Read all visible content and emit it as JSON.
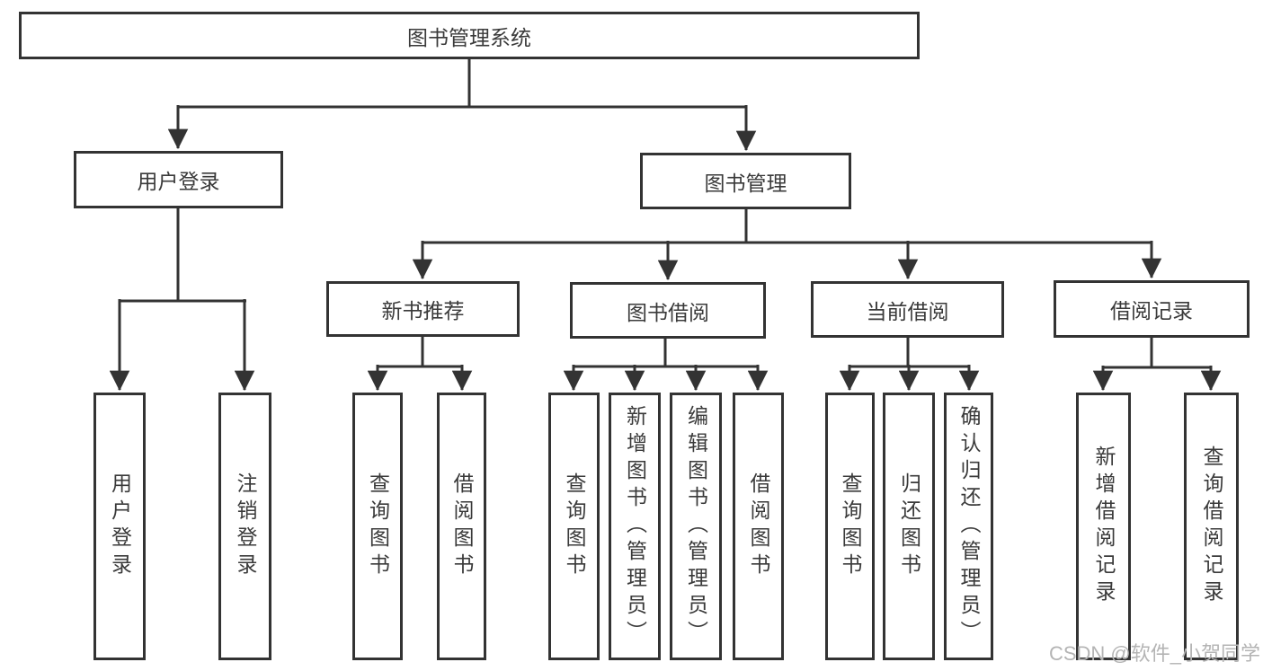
{
  "diagram": {
    "title": "图书管理系统",
    "watermark": "CSDN @软件_小贺同学",
    "colors": {
      "line": "#333333",
      "box_border": "#333333",
      "box_fill": "#ffffff",
      "text": "#3a3a3a",
      "watermark": "#b4b4b4"
    },
    "root": {
      "label": "图书管理系统"
    },
    "level2": [
      {
        "label": "用户登录"
      },
      {
        "label": "图书管理"
      }
    ],
    "level3": [
      {
        "label": "新书推荐"
      },
      {
        "label": "图书借阅"
      },
      {
        "label": "当前借阅"
      },
      {
        "label": "借阅记录"
      }
    ],
    "leaves": {
      "user_login": [
        "用户登录",
        "注销登录"
      ],
      "new_books": [
        "查询图书",
        "借阅图书"
      ],
      "book_borrow": [
        "查询图书",
        "新增图书（管理员）",
        "编辑图书（管理员）",
        "借阅图书"
      ],
      "current_borrow": [
        "查询图书",
        "归还图书",
        "确认归还（管理员）"
      ],
      "borrow_records": [
        "新增借阅记录",
        "查询借阅记录"
      ]
    }
  }
}
